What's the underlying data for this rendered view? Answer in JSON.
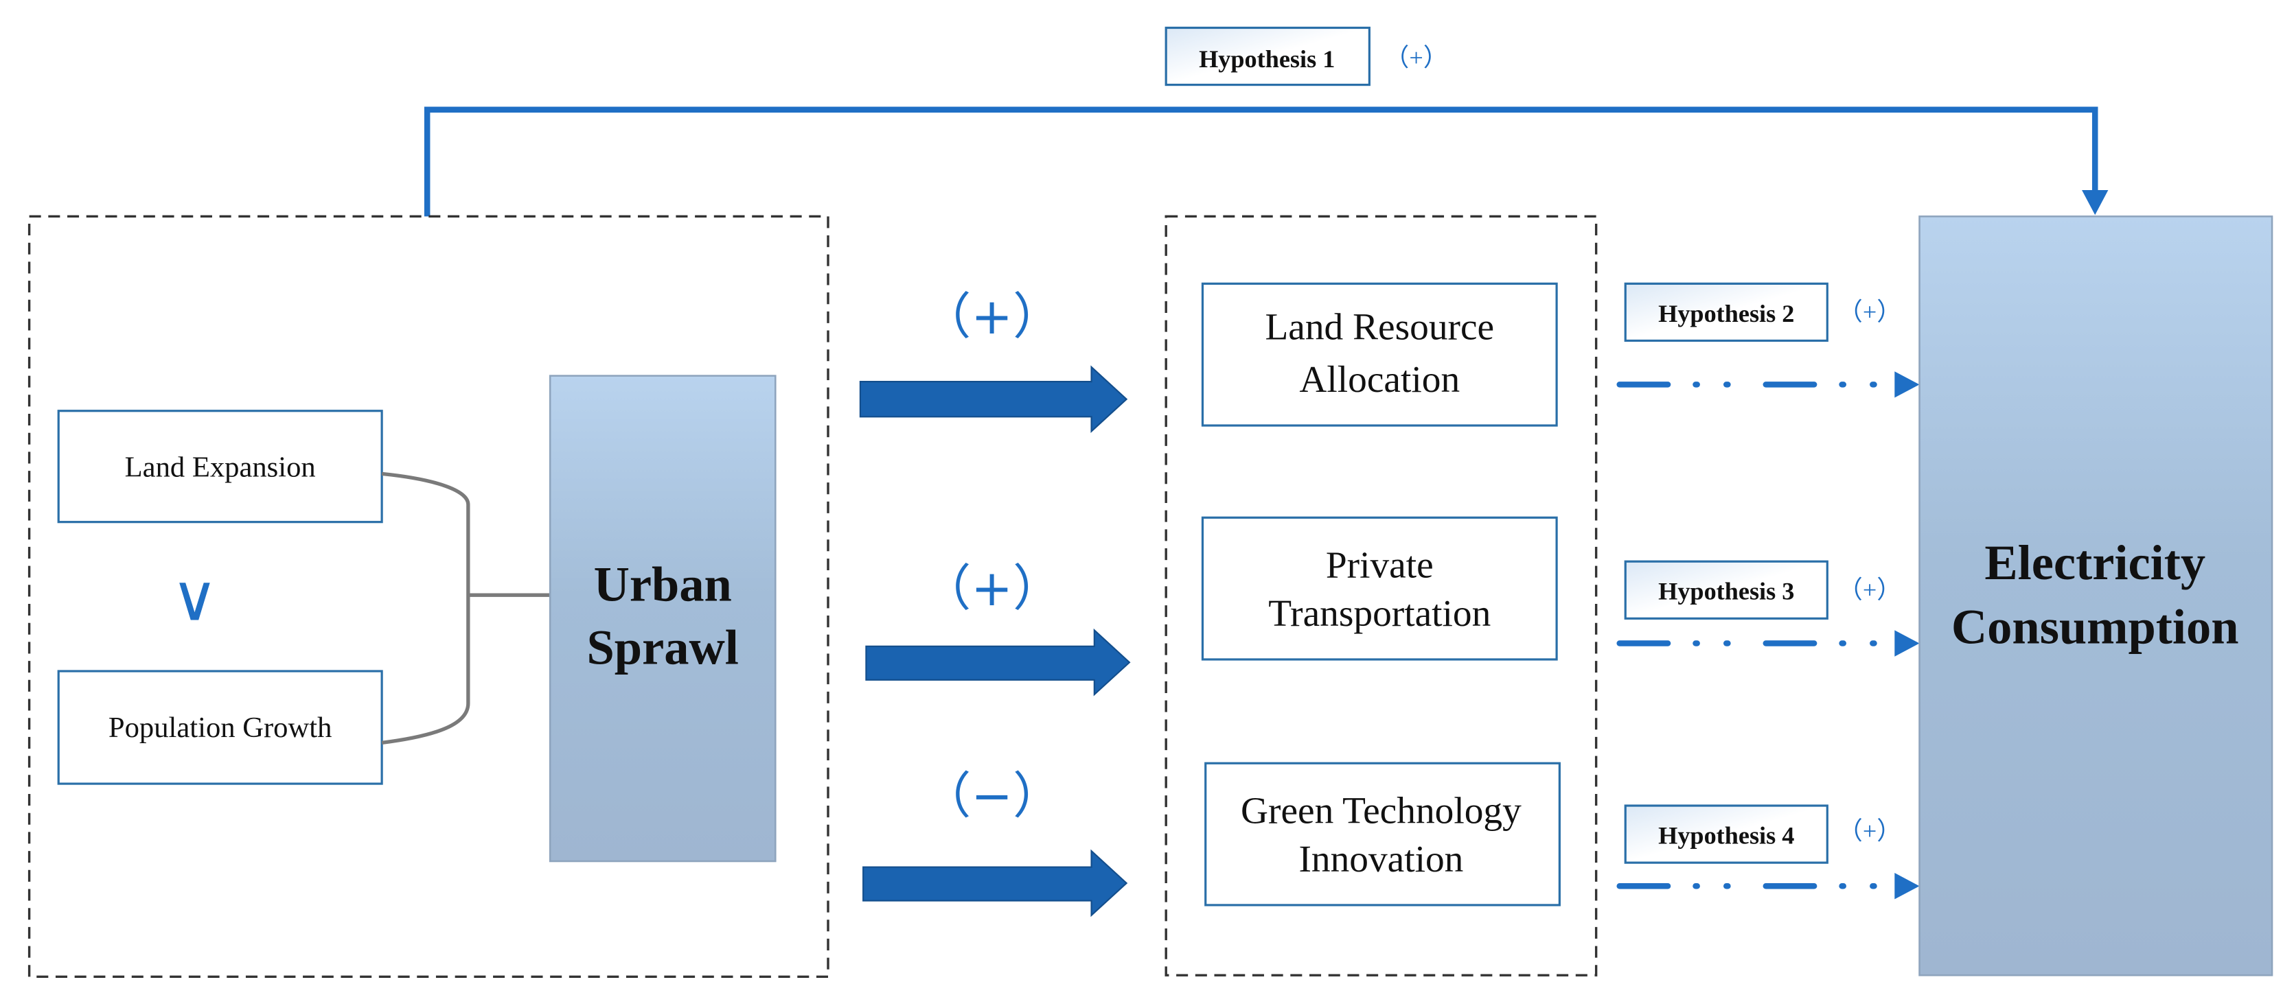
{
  "hypotheses": {
    "h1": {
      "label": "Hypothesis 1",
      "sign": "（+）"
    },
    "h2": {
      "label": "Hypothesis 2",
      "sign": "（+）"
    },
    "h3": {
      "label": "Hypothesis 3",
      "sign": "（+）"
    },
    "h4": {
      "label": "Hypothesis 4",
      "sign": "（+）"
    }
  },
  "left_group": {
    "land_expansion": "Land Expansion",
    "operator": "∨",
    "population_growth": "Population Growth",
    "urban_sprawl": {
      "line1": "Urban",
      "line2": "Sprawl"
    }
  },
  "effects": {
    "land": "（+）",
    "transport": "（+）",
    "green": "（−）"
  },
  "mediators": {
    "land_resource": {
      "line1": "Land Resource",
      "line2": "Allocation"
    },
    "private_transport": {
      "line1": "Private",
      "line2": "Transportation"
    },
    "green_tech": {
      "line1": "Green Technology",
      "line2": "Innovation"
    }
  },
  "outcome": {
    "line1": "Electricity",
    "line2": "Consumption"
  },
  "colors": {
    "accent": "#1f6fc5",
    "arrow_fill": "#1a63b0",
    "box_border": "#2a6fa8",
    "gradient_top": "#b9d3ee",
    "gradient_bottom": "#a0b8d2"
  }
}
